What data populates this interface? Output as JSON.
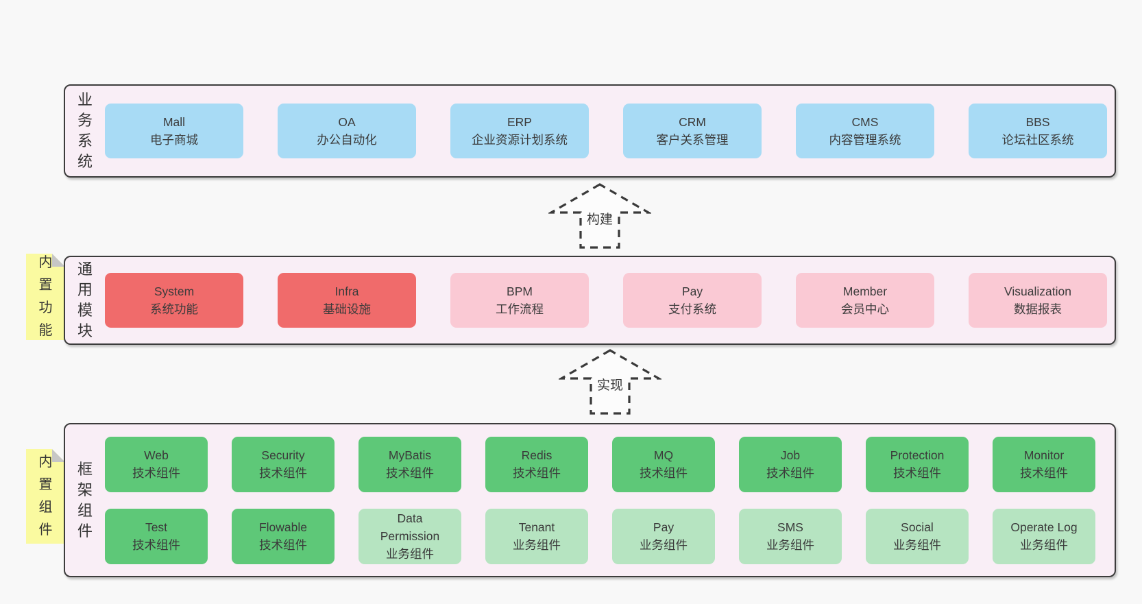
{
  "colors": {
    "page_background": "#f8f8f8",
    "layer_background": "#f9eef6",
    "layer_border": "#3c3c3c",
    "business_box": "#a8dbf5",
    "core_module_box": "#f06b6b",
    "optional_module_box": "#fac9d4",
    "tech_component_box": "#5ec878",
    "biz_component_box": "#b6e4c1",
    "sticky_note": "#fafaa0",
    "text": "#3b3b3b"
  },
  "layers": [
    {
      "label": "业务系统",
      "boxes": [
        {
          "name": "Mall",
          "desc": "电子商城"
        },
        {
          "name": "OA",
          "desc": "办公自动化"
        },
        {
          "name": "ERP",
          "desc": "企业资源计划系统"
        },
        {
          "name": "CRM",
          "desc": "客户关系管理"
        },
        {
          "name": "CMS",
          "desc": "内容管理系统"
        },
        {
          "name": "BBS",
          "desc": "论坛社区系统"
        }
      ]
    },
    {
      "label": "通用模块",
      "note": "内置功能",
      "boxes": [
        {
          "name": "System",
          "desc": "系统功能"
        },
        {
          "name": "Infra",
          "desc": "基础设施"
        },
        {
          "name": "BPM",
          "desc": "工作流程"
        },
        {
          "name": "Pay",
          "desc": "支付系统"
        },
        {
          "name": "Member",
          "desc": "会员中心"
        },
        {
          "name": "Visualization",
          "desc": "数据报表"
        }
      ]
    },
    {
      "label": "框架组件",
      "note": "内置组件",
      "rows": [
        [
          {
            "name": "Web",
            "desc": "技术组件"
          },
          {
            "name": "Security",
            "desc": "技术组件"
          },
          {
            "name": "MyBatis",
            "desc": "技术组件"
          },
          {
            "name": "Redis",
            "desc": "技术组件"
          },
          {
            "name": "MQ",
            "desc": "技术组件"
          },
          {
            "name": "Job",
            "desc": "技术组件"
          },
          {
            "name": "Protection",
            "desc": "技术组件"
          },
          {
            "name": "Monitor",
            "desc": "技术组件"
          }
        ],
        [
          {
            "name": "Test",
            "desc": "技术组件"
          },
          {
            "name": "Flowable",
            "desc": "技术组件"
          },
          {
            "name": "Data Permission",
            "desc": "业务组件"
          },
          {
            "name": "Tenant",
            "desc": "业务组件"
          },
          {
            "name": "Pay",
            "desc": "业务组件"
          },
          {
            "name": "SMS",
            "desc": "业务组件"
          },
          {
            "name": "Social",
            "desc": "业务组件"
          },
          {
            "name": "Operate Log",
            "desc": "业务组件"
          }
        ]
      ]
    }
  ],
  "arrows": [
    {
      "label": "构建"
    },
    {
      "label": "实现"
    }
  ]
}
